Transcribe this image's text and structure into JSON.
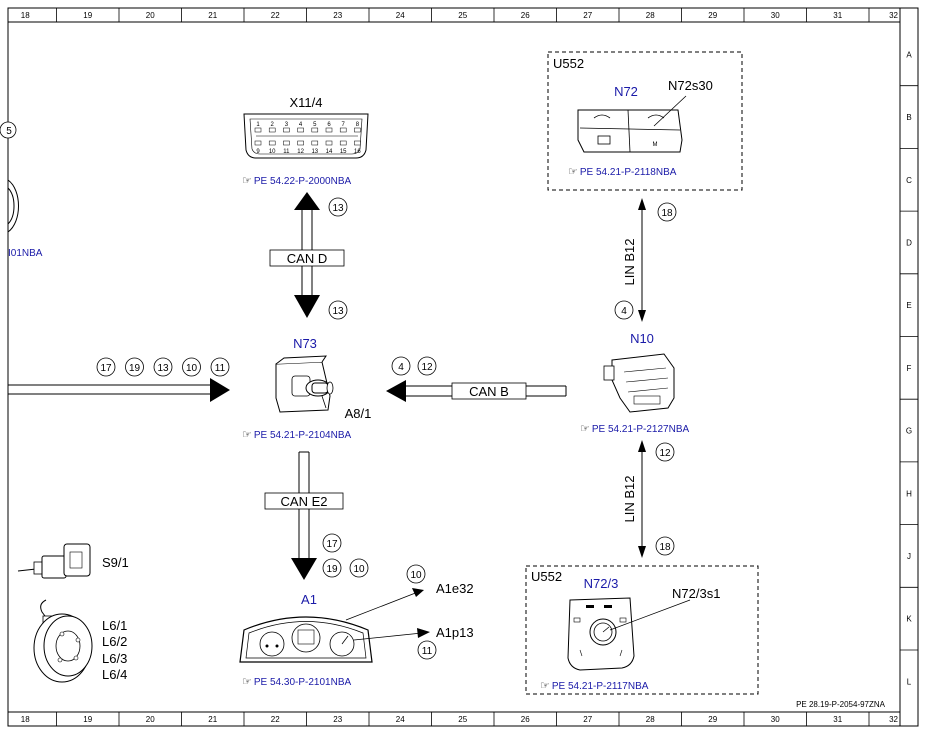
{
  "frame": {
    "columns": [
      "18",
      "19",
      "20",
      "21",
      "22",
      "23",
      "24",
      "25",
      "26",
      "27",
      "28",
      "29",
      "30",
      "31",
      "32"
    ],
    "rows": [
      "A",
      "B",
      "C",
      "D",
      "E",
      "F",
      "G",
      "H",
      "J",
      "K",
      "L"
    ],
    "doc_code": "PE 28.19-P-2054-97ZNA"
  },
  "components": {
    "x11_4": {
      "id": "X11/4",
      "ref": "PE 54.22-P-2000NBA",
      "pins_top": [
        "1",
        "2",
        "3",
        "4",
        "5",
        "6",
        "7",
        "8"
      ],
      "pins_bottom": [
        "9",
        "10",
        "11",
        "12",
        "13",
        "14",
        "15",
        "16"
      ]
    },
    "n73": {
      "id": "N73",
      "sub": "A8/1",
      "ref": "PE 54.21-P-2104NBA"
    },
    "n10": {
      "id": "N10",
      "ref": "PE 54.21-P-2127NBA"
    },
    "n72": {
      "group": "U552",
      "id": "N72",
      "sub": "N72s30",
      "ref": "PE 54.21-P-2118NBA",
      "key_m": "M"
    },
    "n72_3": {
      "group": "U552",
      "id": "N72/3",
      "sub": "N72/3s1",
      "ref": "PE 54.21-P-2117NBA"
    },
    "a1": {
      "id": "A1",
      "ref": "PE 54.30-P-2101NBA",
      "out1": "A1e32",
      "out2": "A1p13"
    },
    "s9_1": {
      "id": "S9/1"
    },
    "l6": {
      "labels": [
        "L6/1",
        "L6/2",
        "L6/3",
        "L6/4"
      ]
    },
    "left_partial": {
      "ref_fragment": "I01NBA",
      "circle_fragment": "5"
    }
  },
  "buses": {
    "can_d": "CAN D",
    "can_b": "CAN B",
    "can_e2": "CAN E2",
    "lin_top": "LIN B12",
    "lin_bottom": "LIN B12"
  },
  "signals": {
    "can_d_top": "13",
    "can_d_bottom": "13",
    "left_bus": [
      "17",
      "19",
      "13",
      "10",
      "11"
    ],
    "can_b": [
      "4",
      "12"
    ],
    "lin_top_upper": "18",
    "lin_top_lower": "4",
    "lin_bottom_upper": "12",
    "lin_bottom_lower": "18",
    "can_e2_a": "17",
    "can_e2_b": "19",
    "can_e2_c": "10",
    "a1_out1": "10",
    "a1_out2": "11"
  }
}
